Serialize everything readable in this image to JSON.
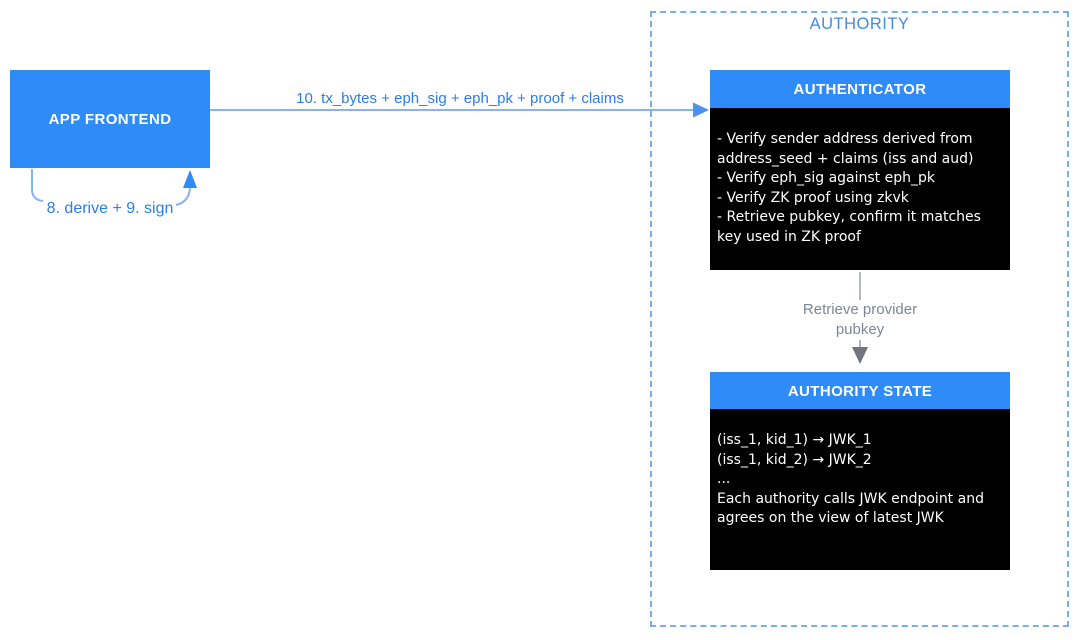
{
  "colors": {
    "accent_blue": "#2F8BF7",
    "light_blue_line": "#85B4F4",
    "label_blue": "#2B7DE9",
    "authority_title_blue": "#4489E8",
    "gray_line": "#9AA1AC",
    "gray_arrowhead": "#6E7580",
    "gray_text": "#7D8794",
    "black_box": "#000000"
  },
  "app_frontend": {
    "label": "APP FRONTEND"
  },
  "self_loop_arrow": {
    "label": "8. derive + 9. sign"
  },
  "main_arrow": {
    "label": "10. tx_bytes + eph_sig + eph_pk + proof + claims"
  },
  "authority": {
    "title": "AUTHORITY",
    "authenticator": {
      "title": "AUTHENTICATOR",
      "body_lines": [
        "- Verify sender address derived from address_seed + claims (iss and aud)",
        "- Verify eph_sig against eph_pk",
        "- Verify ZK proof using zkvk",
        "- Retrieve pubkey, confirm it matches key used in ZK proof"
      ]
    },
    "retrieve_arrow": {
      "label": "Retrieve provider pubkey"
    },
    "authority_state": {
      "title": "AUTHORITY STATE",
      "body_lines": [
        "(iss_1, kid_1) → JWK_1",
        "(iss_1, kid_2) → JWK_2",
        "...",
        "Each authority calls JWK endpoint and agrees on the view of latest JWK"
      ]
    }
  }
}
